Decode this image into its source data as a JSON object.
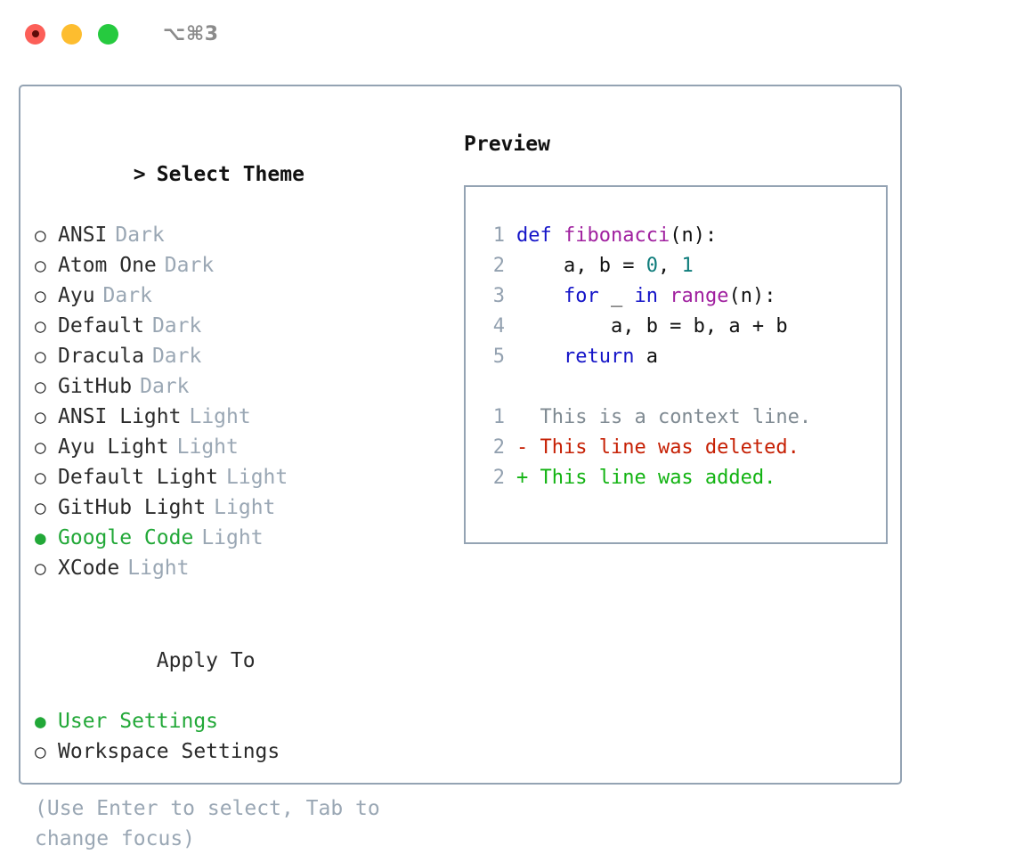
{
  "titlebar": {
    "shortcut": "⌥⌘3",
    "lights": [
      "close-red",
      "minimize-yellow",
      "maximize-green"
    ]
  },
  "theme_picker": {
    "heading": "Select Theme",
    "caret": ">",
    "bullet_selected": "●",
    "bullet_unselected": "○",
    "options": [
      {
        "label": "ANSI",
        "variant": "Dark",
        "selected": false
      },
      {
        "label": "Atom One",
        "variant": "Dark",
        "selected": false
      },
      {
        "label": "Ayu",
        "variant": "Dark",
        "selected": false
      },
      {
        "label": "Default",
        "variant": "Dark",
        "selected": false
      },
      {
        "label": "Dracula",
        "variant": "Dark",
        "selected": false
      },
      {
        "label": "GitHub",
        "variant": "Dark",
        "selected": false
      },
      {
        "label": "ANSI Light",
        "variant": "Light",
        "selected": false
      },
      {
        "label": "Ayu Light",
        "variant": "Light",
        "selected": false
      },
      {
        "label": "Default Light",
        "variant": "Light",
        "selected": false
      },
      {
        "label": "GitHub Light",
        "variant": "Light",
        "selected": false
      },
      {
        "label": "Google Code",
        "variant": "Light",
        "selected": true
      },
      {
        "label": "XCode",
        "variant": "Light",
        "selected": false
      }
    ]
  },
  "apply_to": {
    "heading": "Apply To",
    "options": [
      {
        "label": "User Settings",
        "selected": true
      },
      {
        "label": "Workspace Settings",
        "selected": false
      }
    ]
  },
  "hint": "(Use Enter to select, Tab to change focus)",
  "preview": {
    "heading": "Preview",
    "code_lines": [
      {
        "n": "1",
        "tokens": [
          {
            "t": "def ",
            "k": "kw"
          },
          {
            "t": "fibonacci",
            "k": "fn"
          },
          {
            "t": "(n):",
            "k": "pln"
          }
        ]
      },
      {
        "n": "2",
        "tokens": [
          {
            "t": "    a, b = ",
            "k": "pln"
          },
          {
            "t": "0",
            "k": "num"
          },
          {
            "t": ", ",
            "k": "pln"
          },
          {
            "t": "1",
            "k": "num"
          }
        ]
      },
      {
        "n": "3",
        "tokens": [
          {
            "t": "    ",
            "k": "pln"
          },
          {
            "t": "for",
            "k": "kw"
          },
          {
            "t": " _ ",
            "k": "pln"
          },
          {
            "t": "in",
            "k": "kw"
          },
          {
            "t": " ",
            "k": "pln"
          },
          {
            "t": "range",
            "k": "fn"
          },
          {
            "t": "(n):",
            "k": "pln"
          }
        ]
      },
      {
        "n": "4",
        "tokens": [
          {
            "t": "        a, b = b, a + b",
            "k": "pln"
          }
        ]
      },
      {
        "n": "5",
        "tokens": [
          {
            "t": "    ",
            "k": "pln"
          },
          {
            "t": "return",
            "k": "kw"
          },
          {
            "t": " a",
            "k": "pln"
          }
        ]
      }
    ],
    "diff_lines": [
      {
        "n": "1",
        "marker": " ",
        "text": " This is a context line.",
        "kind": "ctx"
      },
      {
        "n": "2",
        "marker": "-",
        "text": " This line was deleted.",
        "kind": "del"
      },
      {
        "n": "2",
        "marker": "+",
        "text": " This line was added.",
        "kind": "add"
      }
    ]
  },
  "colors": {
    "accent_green": "#22a838",
    "border": "#94a3b3",
    "muted": "#9aa7b4",
    "line_number": "#93a1b0",
    "keyword": "#1414c8",
    "function": "#a0209f",
    "number": "#0e7c7b",
    "diff_deleted": "#c62004",
    "diff_added": "#12b312",
    "diff_context": "#7f8a92"
  }
}
